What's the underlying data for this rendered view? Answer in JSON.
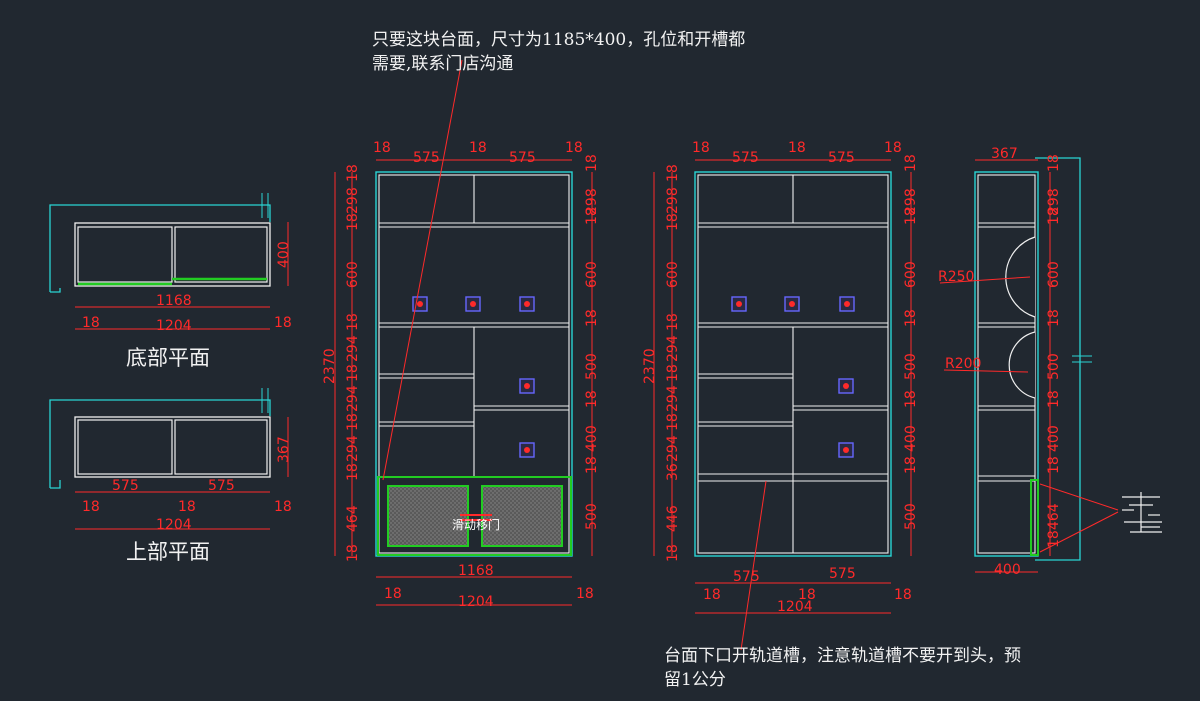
{
  "notes": {
    "top_line1": "只要这块台面，尺寸为1185*400，孔位和开槽都",
    "top_line2": "需要,联系门店沟通",
    "bottom_line1": "台面下口开轨道槽，注意轨道槽不要开到头，预",
    "bottom_line2": "留1公分"
  },
  "views": {
    "bottom_plan_title": "底部平面",
    "top_plan_title": "上部平面",
    "sliding_door_label": "滑动移门"
  },
  "dimensions": {
    "bp_inner": "1168",
    "bp_total": "1204",
    "bp_side_l": "18",
    "bp_side_r": "18",
    "bp_depth": "400",
    "tp_w1": "575",
    "tp_w2": "575",
    "tp_t1": "18",
    "tp_t2": "18",
    "tp_t3": "18",
    "tp_total": "1204",
    "tp_depth": "367",
    "e1_top": [
      "18",
      "575",
      "18",
      "575",
      "18"
    ],
    "e1_left": [
      "18",
      "298",
      "18",
      "600",
      "18",
      "294",
      "18",
      "294",
      "18",
      "294",
      "18",
      "464",
      "18"
    ],
    "e1_overall": "2370",
    "e1_right": [
      "18",
      "298",
      "18",
      "600",
      "18",
      "500",
      "18",
      "400",
      "18",
      "500"
    ],
    "e1_bottom_inner": "1168",
    "e1_bottom_total": "1204",
    "e1_bottom_l": "18",
    "e1_bottom_r": "18",
    "e2_top": [
      "18",
      "575",
      "18",
      "575",
      "18"
    ],
    "e2_left": [
      "18",
      "298",
      "18",
      "600",
      "18",
      "294",
      "18",
      "294",
      "18",
      "294",
      "36",
      "446",
      "18"
    ],
    "e2_overall": "2370",
    "e2_right": [
      "18",
      "298",
      "18",
      "600",
      "18",
      "500",
      "18",
      "400",
      "18",
      "500"
    ],
    "e2_bottom": [
      "18",
      "575",
      "18",
      "575",
      "18"
    ],
    "e2_bottom_total": "1204",
    "side_width": "367",
    "side_bottom": "400",
    "side_right": [
      "18",
      "298",
      "18",
      "600",
      "18",
      "500",
      "18",
      "400",
      "18",
      "464",
      "18"
    ],
    "radius_upper": "R250",
    "radius_lower": "R200"
  },
  "colors": {
    "background": "#212830",
    "line": "#f0f0f0",
    "dimension": "#ff2a2a",
    "outline": "#2ad4d4",
    "door": "#22cc22",
    "hole": "#5a5aff"
  }
}
